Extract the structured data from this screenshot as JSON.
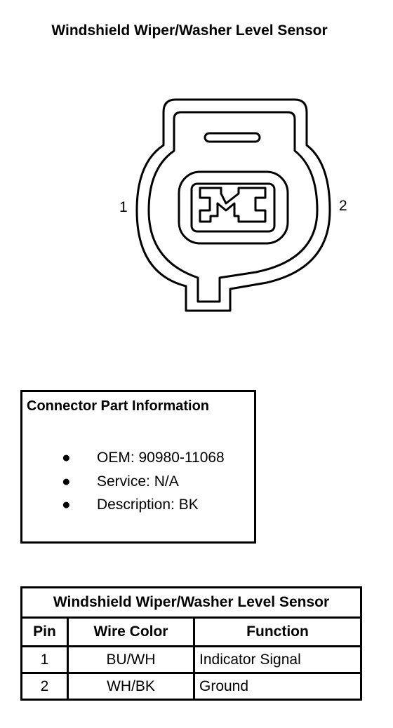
{
  "title": "Windshield Wiper/Washer Level Sensor",
  "connector": {
    "pin_left_label": "1",
    "pin_right_label": "2"
  },
  "part_info": {
    "heading": "Connector Part Information",
    "items": [
      "OEM: 90980-11068",
      "Service: N/A",
      "Description: BK"
    ]
  },
  "pin_table": {
    "caption": "Windshield Wiper/Washer Level Sensor",
    "headers": [
      "Pin",
      "Wire Color",
      "Function"
    ],
    "rows": [
      [
        "1",
        "BU/WH",
        "Indicator Signal"
      ],
      [
        "2",
        "WH/BK",
        "Ground"
      ]
    ]
  }
}
